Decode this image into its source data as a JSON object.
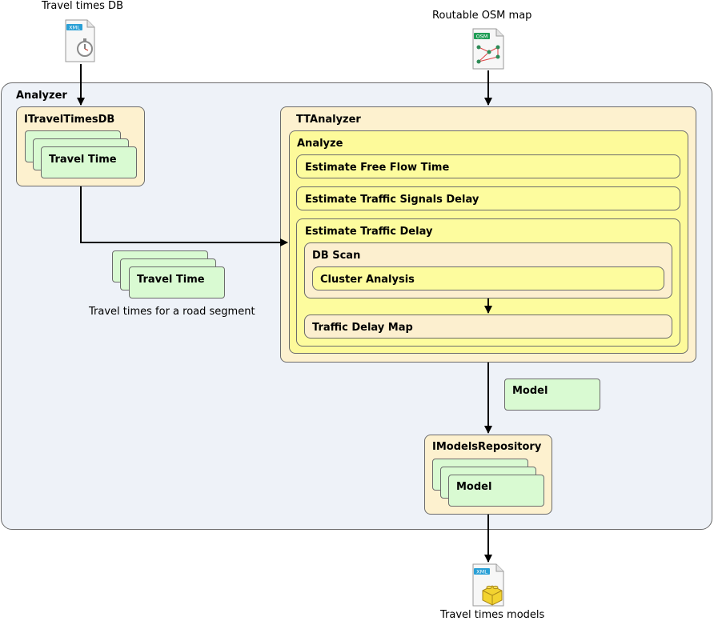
{
  "labels": {
    "travel_times_db": "Travel times DB",
    "routable_osm_map": "Routable OSM map",
    "travel_times_models": "Travel times models",
    "travel_times_segment": "Travel times for a road segment"
  },
  "file_icons": {
    "xml_badge": "XML",
    "osm_badge": "OSM",
    "xml_badge_out": "XML"
  },
  "analyzer": {
    "title": "Analyzer",
    "itraveltimesdb": {
      "title": "ITravelTimesDB",
      "item": "Travel Time"
    },
    "loose_travel_time": "Travel Time",
    "ttanalyzer": {
      "title": "TTAnalyzer",
      "analyze": {
        "title": "Analyze",
        "estimate_free_flow": "Estimate Free Flow Time",
        "estimate_signals": "Estimate Traffic Signals Delay",
        "estimate_traffic_delay": {
          "title": "Estimate Traffic Delay",
          "db_scan": {
            "title": "DB Scan",
            "cluster_analysis": "Cluster Analysis"
          },
          "traffic_delay_map": "Traffic Delay Map"
        }
      }
    },
    "model": "Model",
    "imodelsrepository": {
      "title": "IModelsRepository",
      "item": "Model"
    }
  },
  "colors": {
    "analyzer_bg": "#eef2f8",
    "component_bg": "#fdf1cf",
    "analyze_bg": "#fdfa9a",
    "entity_bg": "#d9fad2",
    "border": "#6b6b6b"
  }
}
